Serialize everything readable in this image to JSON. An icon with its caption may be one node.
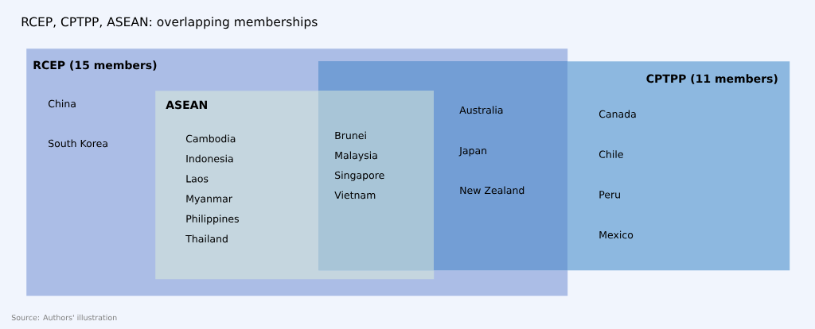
{
  "diagram": {
    "title": "RCEP, CPTPP, ASEAN: overlapping memberships",
    "caption": "Source: Authors' illustration",
    "nodes": [
      {
        "text": [
          "RCEP (15 members)",
          "China",
          "South Korea"
        ]
      },
      {
        "text": [
          "ASEAN",
          "Cambodia",
          "Indonesia",
          "Laos",
          "Myanmar",
          "Philippines",
          "Thailand"
        ],
        "in": 0
      },
      {
        "text": [
          "CPTPP (11 members)",
          "Canada",
          "Chile",
          "Peru",
          "Mexico"
        ]
      }
    ],
    "labels": [
      "Brunei",
      "Malaysia",
      "Singapore",
      "Vietnam",
      "Australia",
      "Japan",
      "New Zealand"
    ]
  }
}
